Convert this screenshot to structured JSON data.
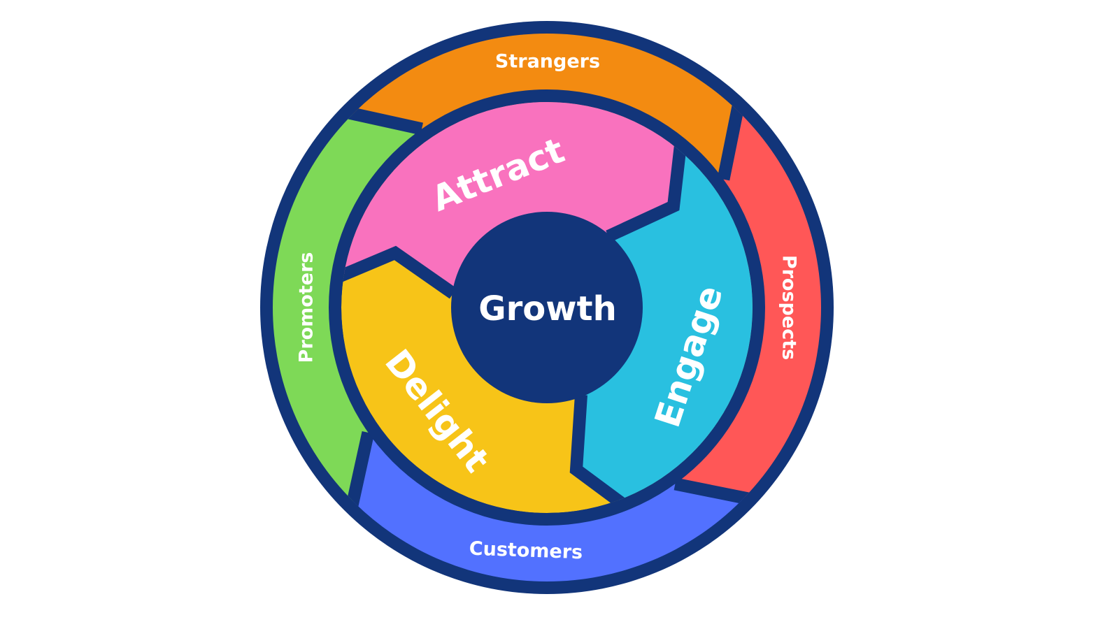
{
  "diagram": {
    "center_label": "Growth",
    "inner_stages": [
      {
        "label": "Attract",
        "color": "#f972be"
      },
      {
        "label": "Engage",
        "color": "#29c0e0"
      },
      {
        "label": "Delight",
        "color": "#f7c418"
      }
    ],
    "outer_stages": [
      {
        "label": "Strangers",
        "color": "#f38b11"
      },
      {
        "label": "Prospects",
        "color": "#ff5757"
      },
      {
        "label": "Customers",
        "color": "#5271ff"
      },
      {
        "label": "Promoters",
        "color": "#7ed957"
      }
    ],
    "outline_color": "#12357a"
  }
}
